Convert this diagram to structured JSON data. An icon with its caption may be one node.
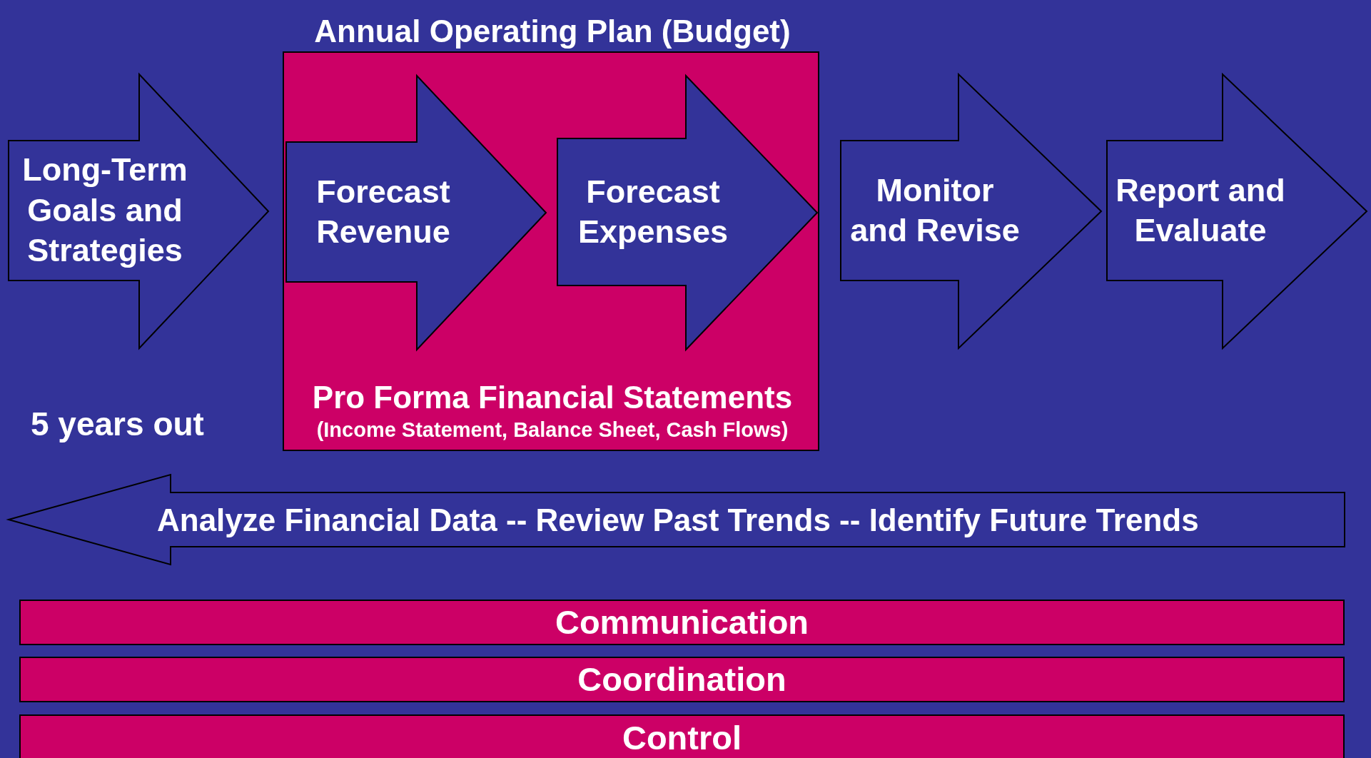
{
  "diagram": {
    "nodes": [
      {
        "text": [
          "Long-Term Goals and Strategies"
        ]
      },
      {
        "text": [
          "Annual Operating Plan (Budget)",
          "Pro Forma Financial Statements",
          "(Income Statement, Balance Sheet, Cash Flows)"
        ]
      },
      {
        "text": [
          "Forecast Revenue"
        ],
        "in": 1
      },
      {
        "text": [
          "Forecast Expenses"
        ],
        "in": 1
      },
      {
        "text": [
          "Monitor and Revise"
        ]
      },
      {
        "text": [
          "Report and Evaluate"
        ]
      },
      {
        "text": [
          "Analyze Financial Data -- Review Past Trends -- Identify Future Trends"
        ]
      },
      {
        "text": [
          "Communication"
        ]
      },
      {
        "text": [
          "Coordination"
        ]
      },
      {
        "text": [
          "Control"
        ]
      }
    ],
    "labels": [
      "5 years out"
    ]
  }
}
